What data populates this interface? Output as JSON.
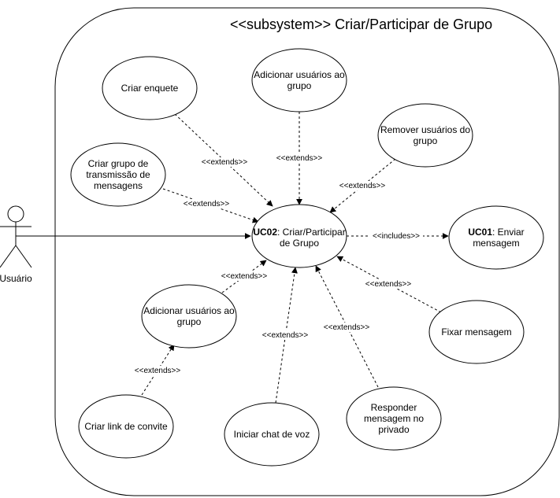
{
  "subsystem": {
    "title": "<<subsystem>> Criar/Participar de Grupo"
  },
  "actor": {
    "name": "Usuário"
  },
  "use_cases": {
    "criar_enquete": {
      "lines": [
        "Criar enquete"
      ]
    },
    "adicionar_top": {
      "lines": [
        "Adicionar usuários ao",
        "grupo"
      ]
    },
    "remover": {
      "lines": [
        "Remover usuários do",
        "grupo"
      ]
    },
    "transmissao": {
      "lines": [
        "Criar grupo de",
        "transmissão de",
        "mensagens"
      ]
    },
    "uc02": {
      "bold": "UC02",
      "rest": ": Criar/Participar",
      "line2": "de Grupo"
    },
    "uc01": {
      "bold": "UC01",
      "rest": ": Enviar",
      "line2": "mensagem"
    },
    "adicionar_bottom": {
      "lines": [
        "Adicionar usuários ao",
        "grupo"
      ]
    },
    "fixar": {
      "lines": [
        "Fixar mensagem"
      ]
    },
    "link_convite": {
      "lines": [
        "Criar link de convite"
      ]
    },
    "chat_voz": {
      "lines": [
        "Iniciar chat de voz"
      ]
    },
    "responder": {
      "lines": [
        "Responder",
        "mensagem no",
        "privado"
      ]
    }
  },
  "relations": {
    "extends": "<<extends>>",
    "includes": "<<includes>>"
  }
}
